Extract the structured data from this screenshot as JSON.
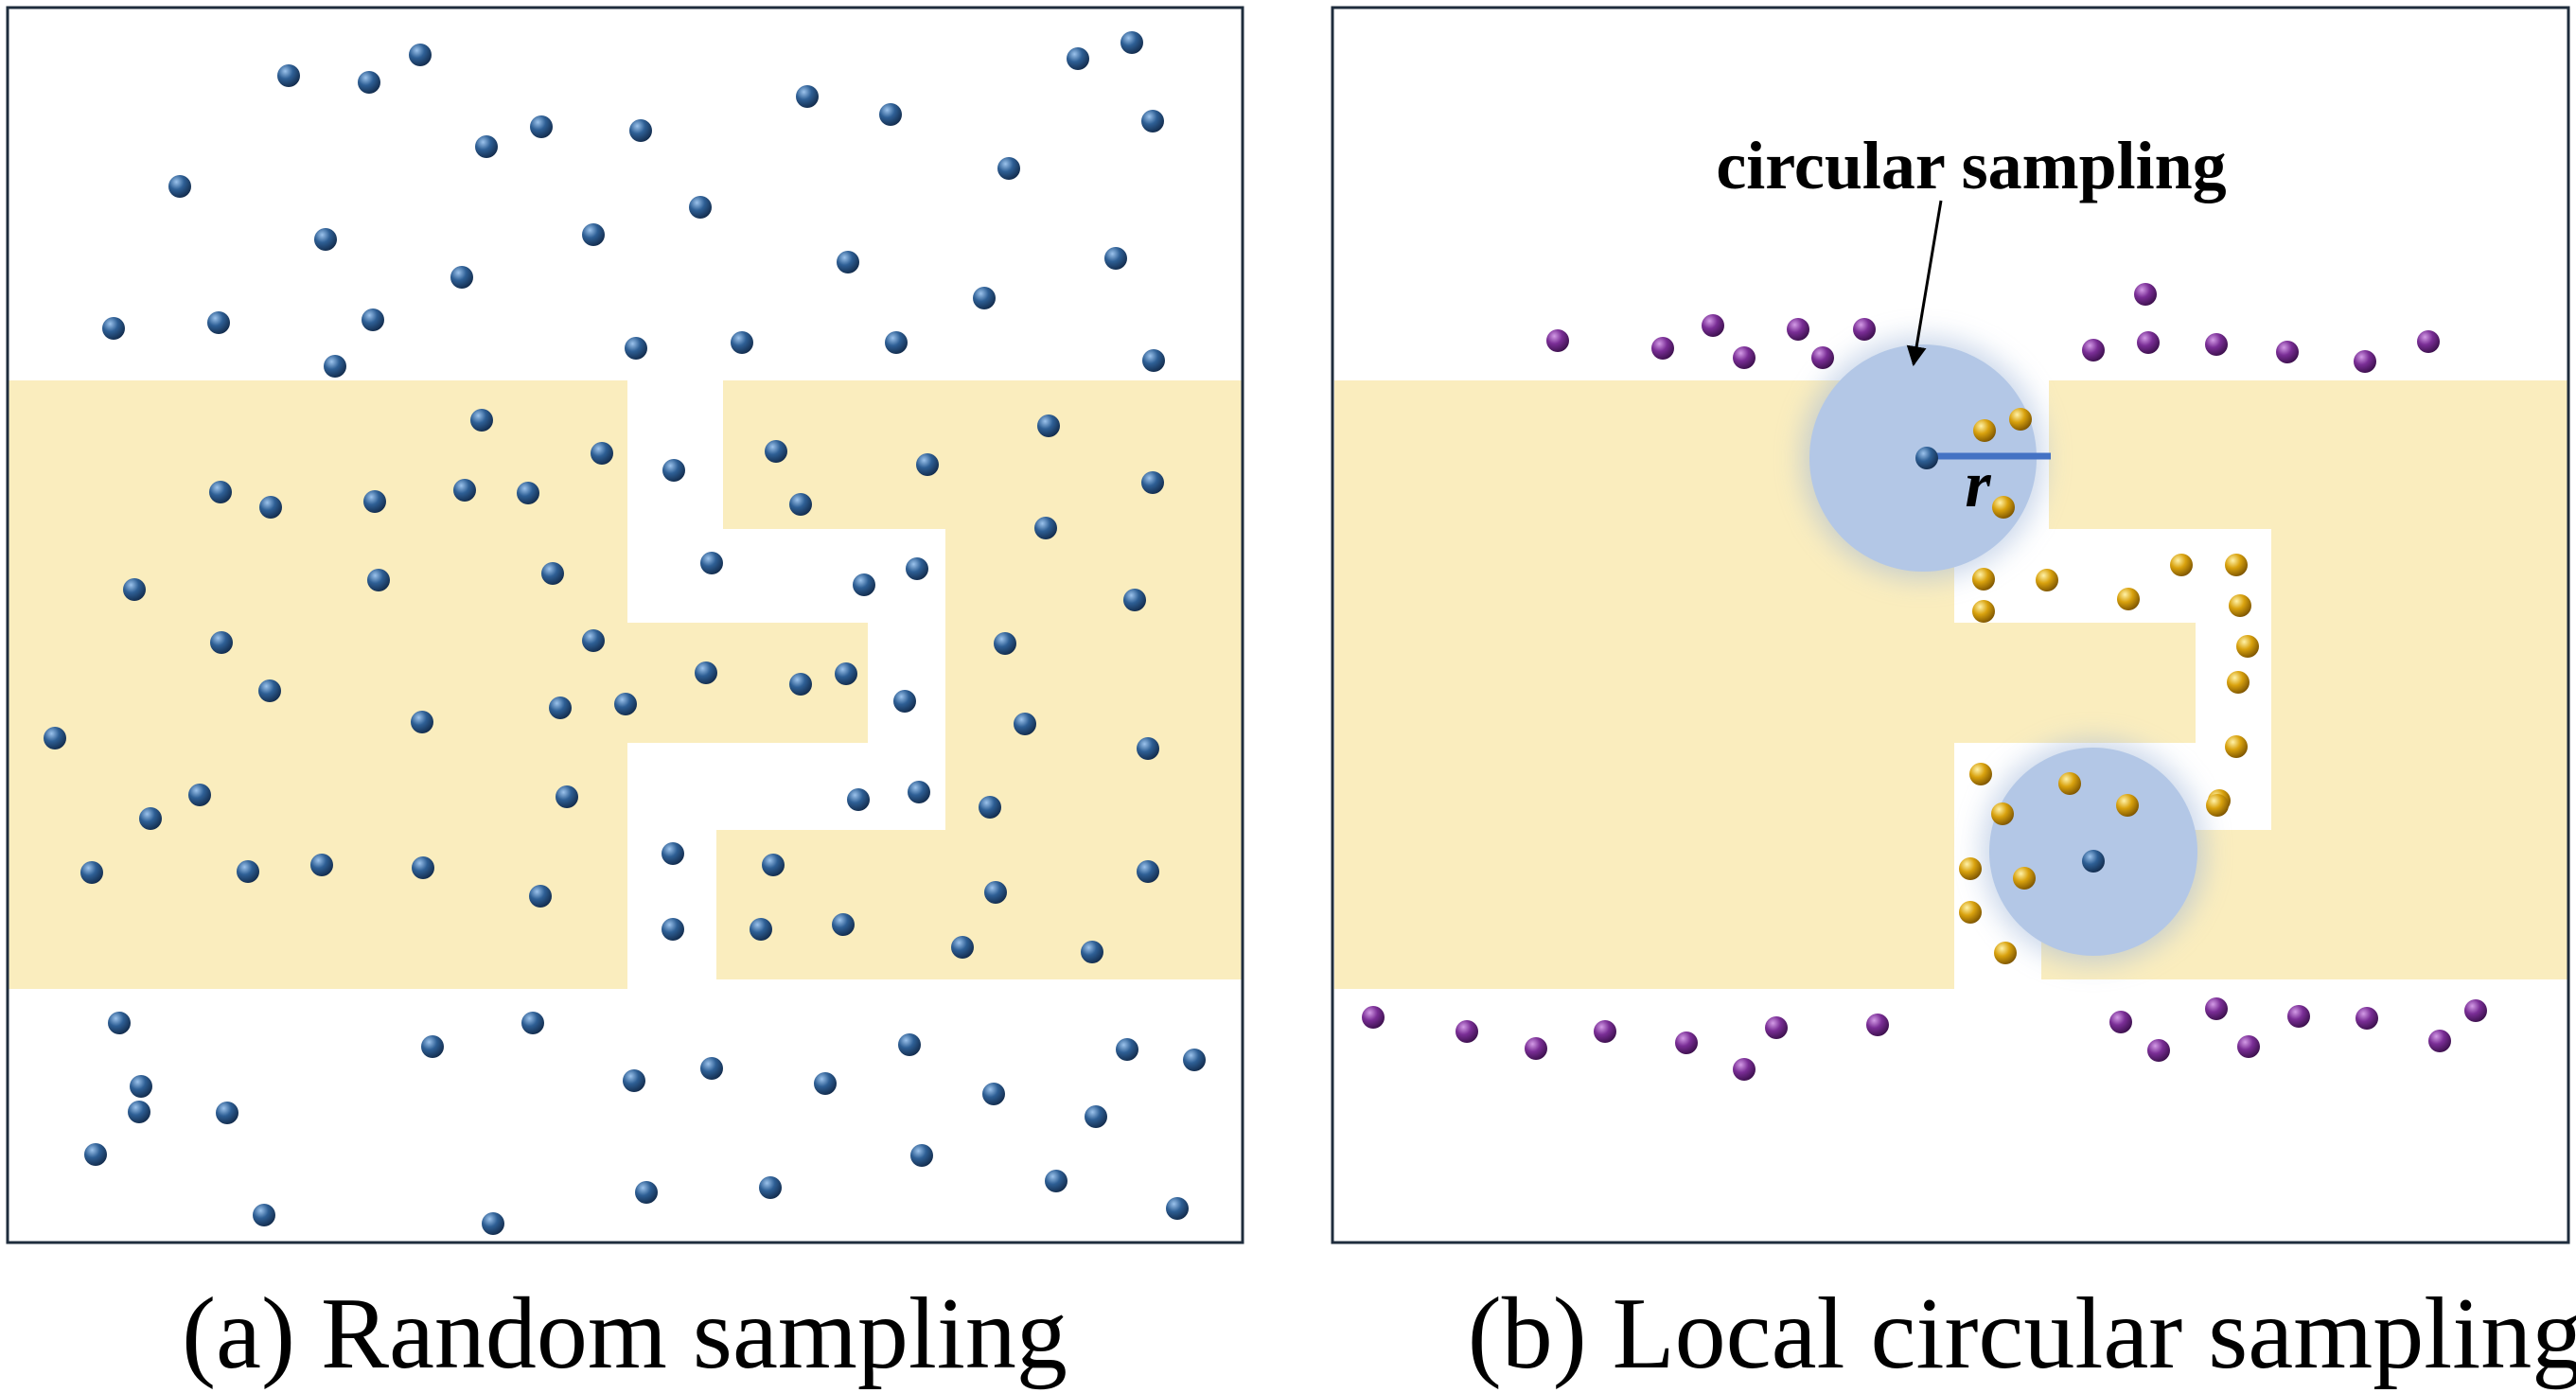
{
  "panels": {
    "a": {
      "caption": "(a) Random sampling"
    },
    "b": {
      "caption": "(b) Local circular sampling",
      "callout": "circular sampling",
      "radius_label": "r"
    }
  },
  "colors": {
    "region_fill": "#FAEDBE",
    "frame": "#1F2D3D",
    "blue_point": "#2E5F95",
    "purple_point": "#7A2E96",
    "gold_point": "#D9A20E",
    "sampling_circle": "#B3C7E6",
    "radius_line": "#4472C4"
  }
}
